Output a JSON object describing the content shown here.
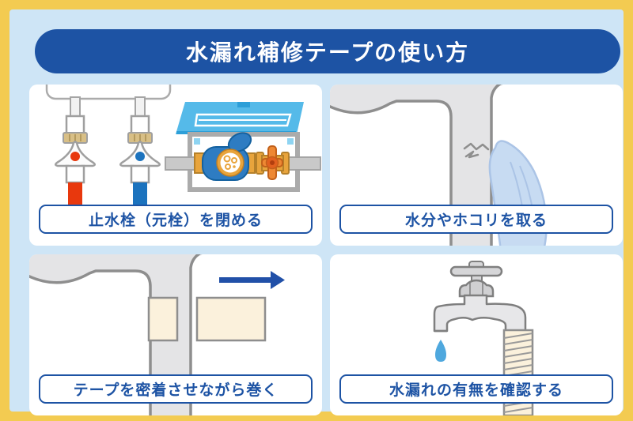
{
  "title": "水漏れ補修テープの使い方",
  "colors": {
    "border_yellow": "#F3CB51",
    "background_blue": "#CEE5F6",
    "primary": "#1D53A4",
    "panel_white": "#FFFFFF",
    "pipe_gray": "#E4E4E6",
    "pipe_stroke": "#8E8E8E",
    "hot_red": "#E8380D",
    "cold_blue": "#1C73BE",
    "tape_cream": "#FBF1DC",
    "cloth_blue": "#C7DBF2",
    "cloth_stroke": "#ABC4E6",
    "meter_blue": "#2E7CC2",
    "lid_blue": "#55BAE9",
    "brass_tan": "#D8BF86",
    "fitting_orange": "#E8A43C",
    "valve_orange": "#EE8833",
    "drop_blue": "#4FA8DE",
    "arrow_blue": "#2150A8"
  },
  "steps": [
    {
      "label": "止水栓（元栓）を閉める",
      "illustration": "close-shutoff-valves"
    },
    {
      "label": "水分やホコリを取る",
      "illustration": "wipe-moisture-and-dust"
    },
    {
      "label": "テープを密着させながら巻く",
      "illustration": "wrap-tape-tightly"
    },
    {
      "label": "水漏れの有無を確認する",
      "illustration": "check-for-leaks"
    }
  ]
}
